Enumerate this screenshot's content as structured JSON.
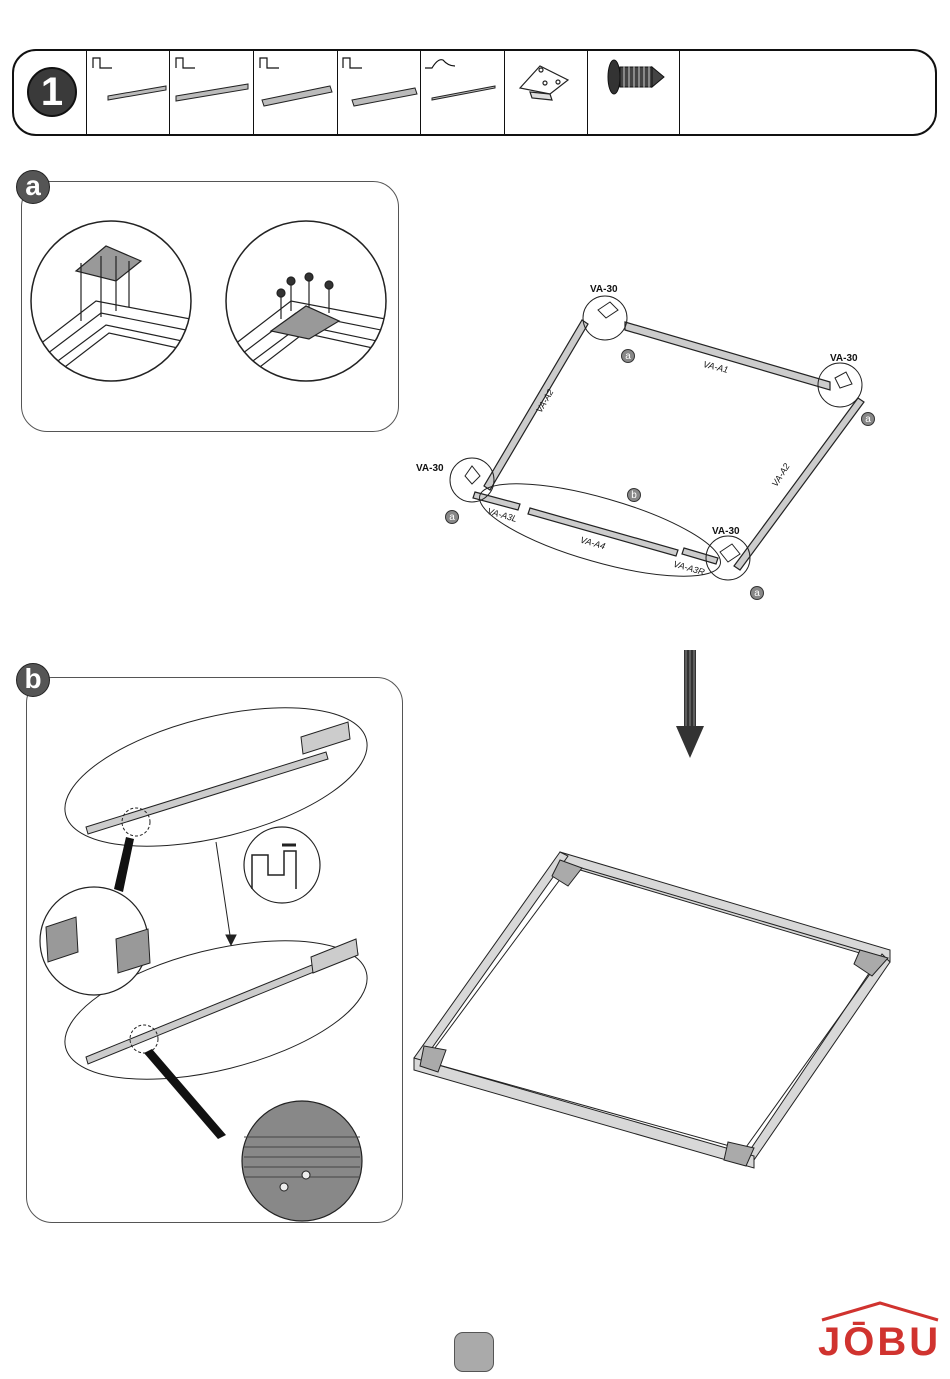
{
  "parts_bar": {
    "step_number": "1"
  },
  "panels": {
    "a": {
      "badge": "a"
    },
    "b": {
      "badge": "b"
    }
  },
  "main_diagram": {
    "corner_labels": [
      "VA-30",
      "VA-30",
      "VA-30",
      "VA-30"
    ],
    "profile_labels": {
      "top": "VA-A1",
      "left": "VA-A2",
      "right": "VA-A2",
      "front_left": "VA-A3L",
      "front_middle": "VA-A4",
      "front_right": "VA-A3R"
    },
    "callouts": {
      "a": "a",
      "b": "b"
    }
  },
  "footer": {
    "logo": "JŌBU"
  }
}
